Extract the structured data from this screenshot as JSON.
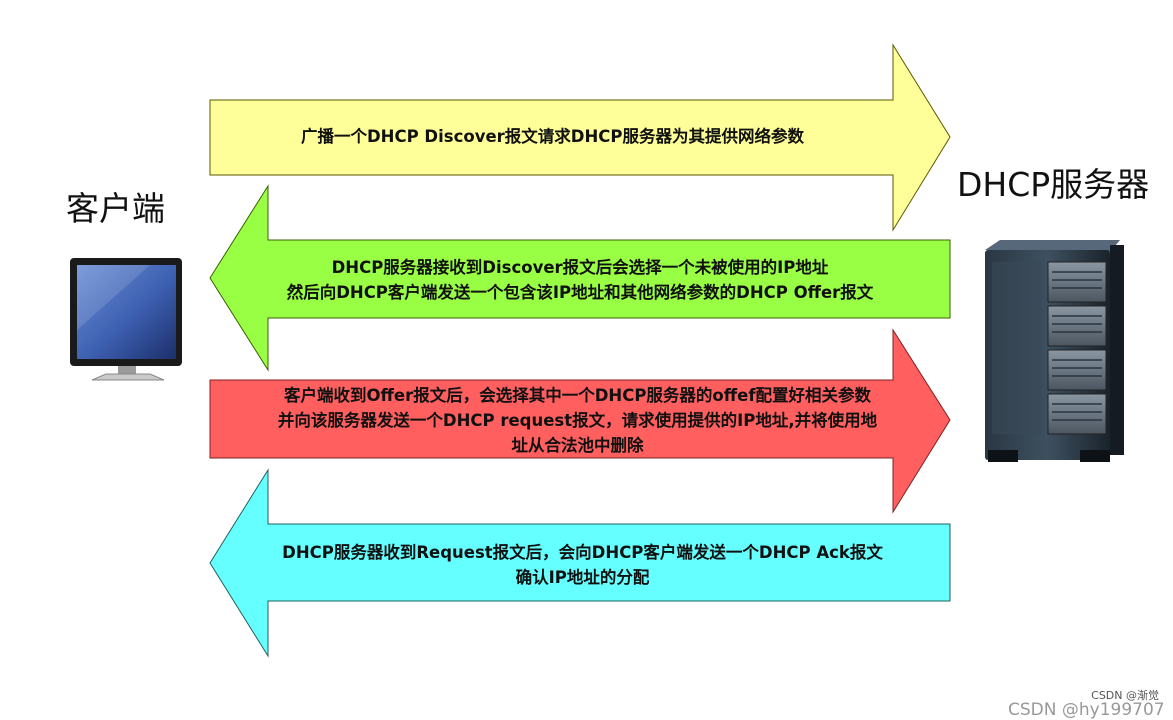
{
  "client": {
    "label": "客户端"
  },
  "server": {
    "label": "DHCP服务器"
  },
  "steps": [
    {
      "direction": "right",
      "color": "#ffff99",
      "lines": [
        "广播一个DHCP Discover报文请求DHCP服务器为其提供网络参数"
      ]
    },
    {
      "direction": "left",
      "color": "#99ff44",
      "lines": [
        "DHCP服务器接收到Discover报文后会选择一个未被使用的IP地址",
        "然后向DHCP客户端发送一个包含该IP地址和其他网络参数的DHCP Offer报文"
      ]
    },
    {
      "direction": "right",
      "color": "#ff5f5f",
      "lines": [
        "客户端收到Offer报文后，会选择其中一个DHCP服务器的offef配置好相关参数",
        "并向该服务器发送一个DHCP request报文，请求使用提供的IP地址,并将使用地",
        "址从合法池中删除"
      ]
    },
    {
      "direction": "left",
      "color": "#66ffff",
      "lines": [
        "DHCP服务器收到Request报文后，会向DHCP客户端发送一个DHCP Ack报文",
        "确认IP地址的分配"
      ]
    }
  ],
  "watermark": {
    "small": "CSDN @渐觉",
    "large": "CSDN @hy199707"
  }
}
